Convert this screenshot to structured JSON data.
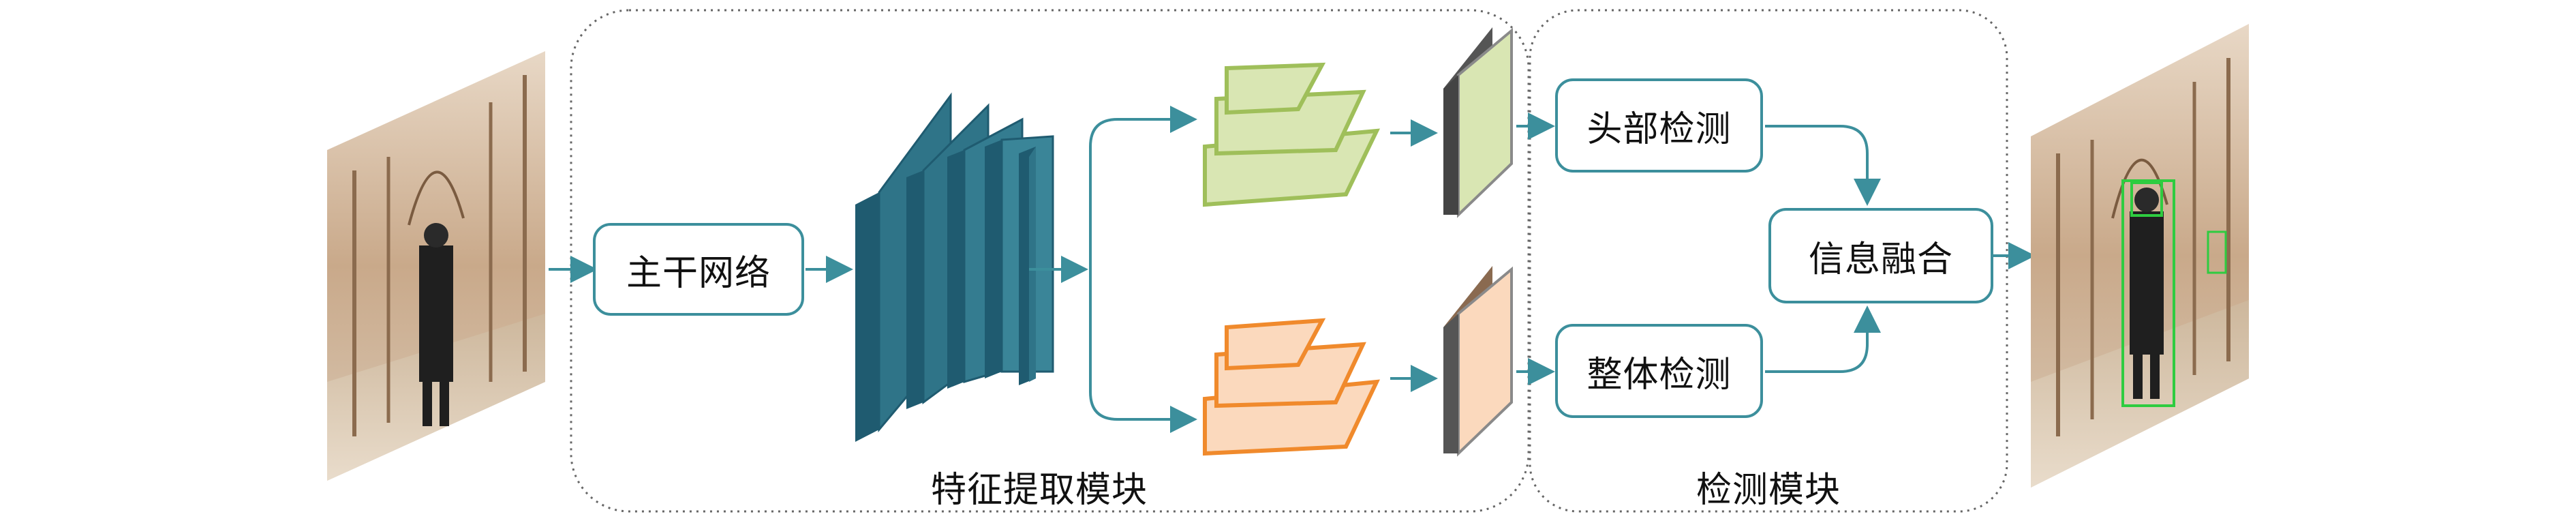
{
  "modules": {
    "feature_extraction": "特征提取模块",
    "detection": "检测模块"
  },
  "nodes": {
    "backbone": "主干网络",
    "head_detection": "头部检测",
    "body_detection": "整体检测",
    "fusion": "信息融合"
  },
  "images": {
    "input": "input-photo-arcade-person",
    "output": "output-photo-with-detection-boxes"
  },
  "colors": {
    "arrow": "#3c8f9c",
    "backbone_layers": "#2f6f86",
    "green_features": "#d9e6b3",
    "green_border": "#9fbf5a",
    "orange_features": "#fbd9bd",
    "orange_border": "#f08a2c",
    "detection_box": "#2ecc40"
  }
}
